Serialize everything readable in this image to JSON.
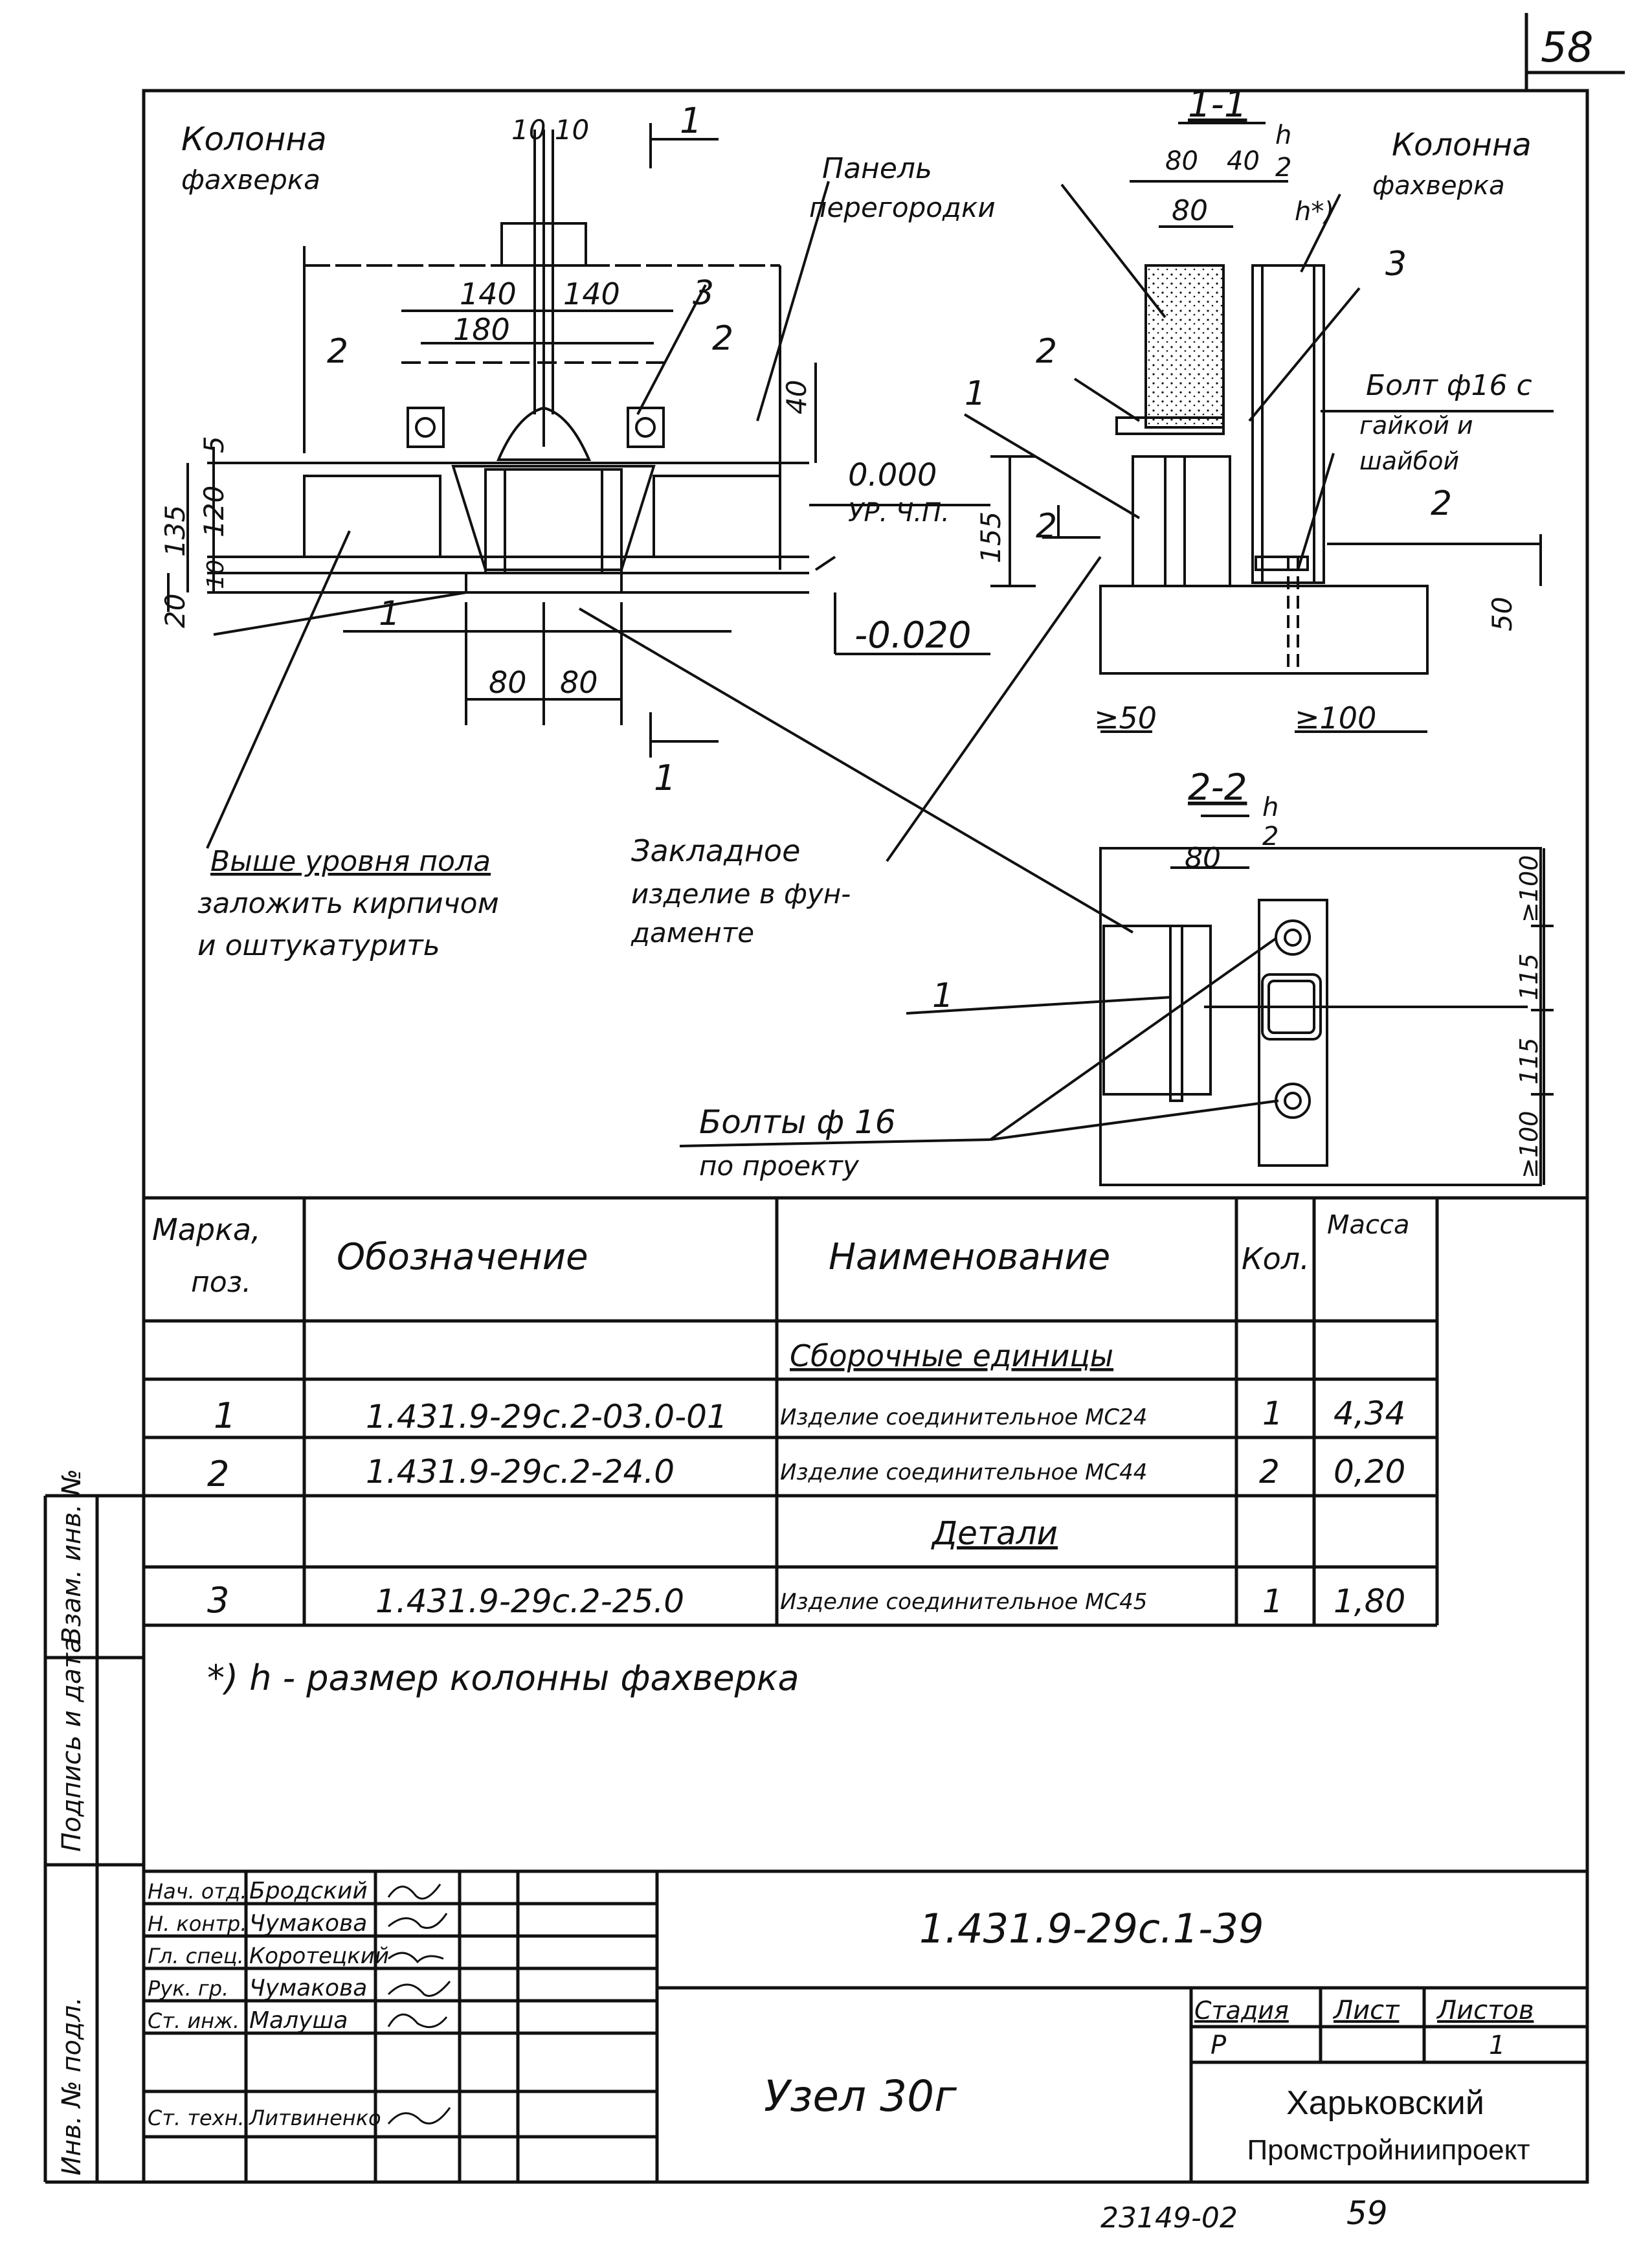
{
  "sheet_number": "58",
  "bottom_codes": {
    "inventory": "23149-02",
    "page": "59"
  },
  "main_view": {
    "column_label_1": "Колонна",
    "column_label_2": "фахверка",
    "dim_top": "10 10",
    "section_mark": "1",
    "panel_label_1": "Панель",
    "panel_label_2": "перегородки",
    "dim_140_left": "140",
    "dim_140_right": "140",
    "dim_180": "180",
    "dim_40": "40",
    "dim_5": "5",
    "dim_135": "135",
    "dim_120": "120",
    "dim_10": "10",
    "dim_20": "20",
    "dim_80_left": "80",
    "dim_80_right": "80",
    "pos_1": "1",
    "pos_2": "2",
    "pos_3": "3",
    "level_zero_value": "0.000",
    "level_zero_label": "УР. Ч.П.",
    "level_minus": "-0.020",
    "note_brick_1": "Выше уровня пола",
    "note_brick_2": "заложить кирпичом",
    "note_brick_3": "и оштукатурить",
    "note_embed_1": "Закладное",
    "note_embed_2": "изделие в фун-",
    "note_embed_3": "даменте"
  },
  "section_1_1": {
    "title": "1-1",
    "dim_80": "80",
    "dim_40": "40",
    "dim_h_num": "h",
    "dim_h_den": "2",
    "h_note": "h*)",
    "dim_80_inner": "80",
    "column_label_1": "Колонна",
    "column_label_2": "фахверка",
    "pos_3": "3",
    "pos_2": "2",
    "pos_1": "1",
    "bolt_1": "Болт ф16 с",
    "bolt_2": "гайкой и",
    "bolt_3": "шайбой",
    "cut_mark": "2",
    "dim_155": "155",
    "dim_50": "50",
    "dim_ge50": "≥50",
    "dim_ge100": "≥100"
  },
  "section_2_2": {
    "title": "2-2",
    "dim_h_num": "h",
    "dim_h_den": "2",
    "dim_80": "80",
    "dim_ge100_top": "≥100",
    "dim_115_top": "115",
    "dim_115_bottom": "115",
    "dim_ge100_bottom": "≥100",
    "pos_1": "1",
    "bolts_1": "Болты ф 16",
    "bolts_2": "по проекту"
  },
  "spec_table": {
    "headers": {
      "mark": "Марка,",
      "mark2": "поз.",
      "designation": "Обозначение",
      "name": "Наименование",
      "qty": "Кол.",
      "mass": "Масса"
    },
    "group_assemblies": "Сборочные единицы",
    "group_details": "Детали",
    "rows": [
      {
        "pos": "1",
        "designation": "1.431.9-29с.2-03.0-01",
        "name": "Изделие соединительное МС24",
        "qty": "1",
        "mass": "4,34"
      },
      {
        "pos": "2",
        "designation": "1.431.9-29с.2-24.0",
        "name": "Изделие соединительное МС44",
        "qty": "2",
        "mass": "0,20"
      },
      {
        "pos": "3",
        "designation": "1.431.9-29с.2-25.0",
        "name": "Изделие соединительное МС45",
        "qty": "1",
        "mass": "1,80"
      }
    ]
  },
  "footnote": "*) h - размер колонны фахверка",
  "side_stamp": [
    "Инв. № подл.",
    "Подпись и дата",
    "Взам. инв. №"
  ],
  "title_block": {
    "document_code": "1.431.9-29с.1-39",
    "title": "Узел 30г",
    "stage_label": "Стадия",
    "sheet_label": "Лист",
    "sheets_label": "Листов",
    "stage": "Р",
    "sheets": "1",
    "org_1": "Харьковский",
    "org_2": "Промстройниипроект",
    "roles": [
      {
        "role": "Нач. отд.",
        "name": "Бродский"
      },
      {
        "role": "Н. контр.",
        "name": "Чумакова"
      },
      {
        "role": "Гл. спец.",
        "name": "Коротецкий"
      },
      {
        "role": "Рук. гр.",
        "name": "Чумакова"
      },
      {
        "role": "Ст. инж.",
        "name": "Малуша"
      },
      {
        "role": "",
        "name": ""
      },
      {
        "role": "Ст. техн.",
        "name": "Литвиненко"
      }
    ]
  },
  "colors": {
    "ink": "#111111",
    "paper": "#ffffff"
  }
}
